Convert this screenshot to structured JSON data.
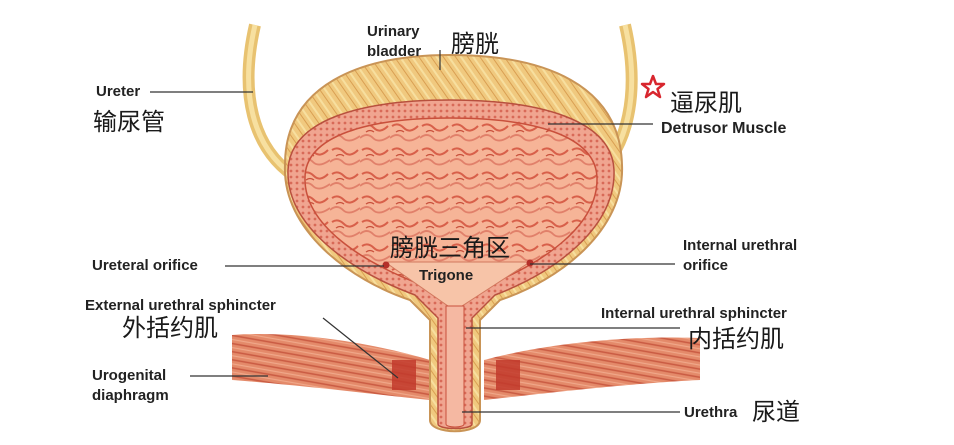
{
  "labels": {
    "urinary_bladder_en": "Urinary\nbladder",
    "urinary_bladder_zh": "膀胱",
    "ureter_en": "Ureter",
    "ureter_zh": "输尿管",
    "detrusor_zh": "逼尿肌",
    "detrusor_en": "Detrusor Muscle",
    "trigone_zh": "膀胱三角区",
    "trigone_en": "Trigone",
    "ureteral_orifice_en": "Ureteral orifice",
    "internal_urethral_orifice_en": "Internal urethral\norifice",
    "external_sphincter_en": "External urethral sphincter",
    "external_sphincter_zh": "外括约肌",
    "internal_sphincter_en": "Internal urethral sphincter",
    "internal_sphincter_zh": "内括约肌",
    "urogenital_en": "Urogenital\ndiaphragm",
    "urethra_en": "Urethra",
    "urethra_zh": "尿道"
  },
  "colors": {
    "star": "#d8262e",
    "leader_line": "#333333",
    "ureter_fill": "#f3d58a",
    "bladder_outer": "#f2c98a",
    "bladder_inner": "#f2a58a",
    "mucosa": "#f6b49a",
    "muscle": "#e07858"
  }
}
